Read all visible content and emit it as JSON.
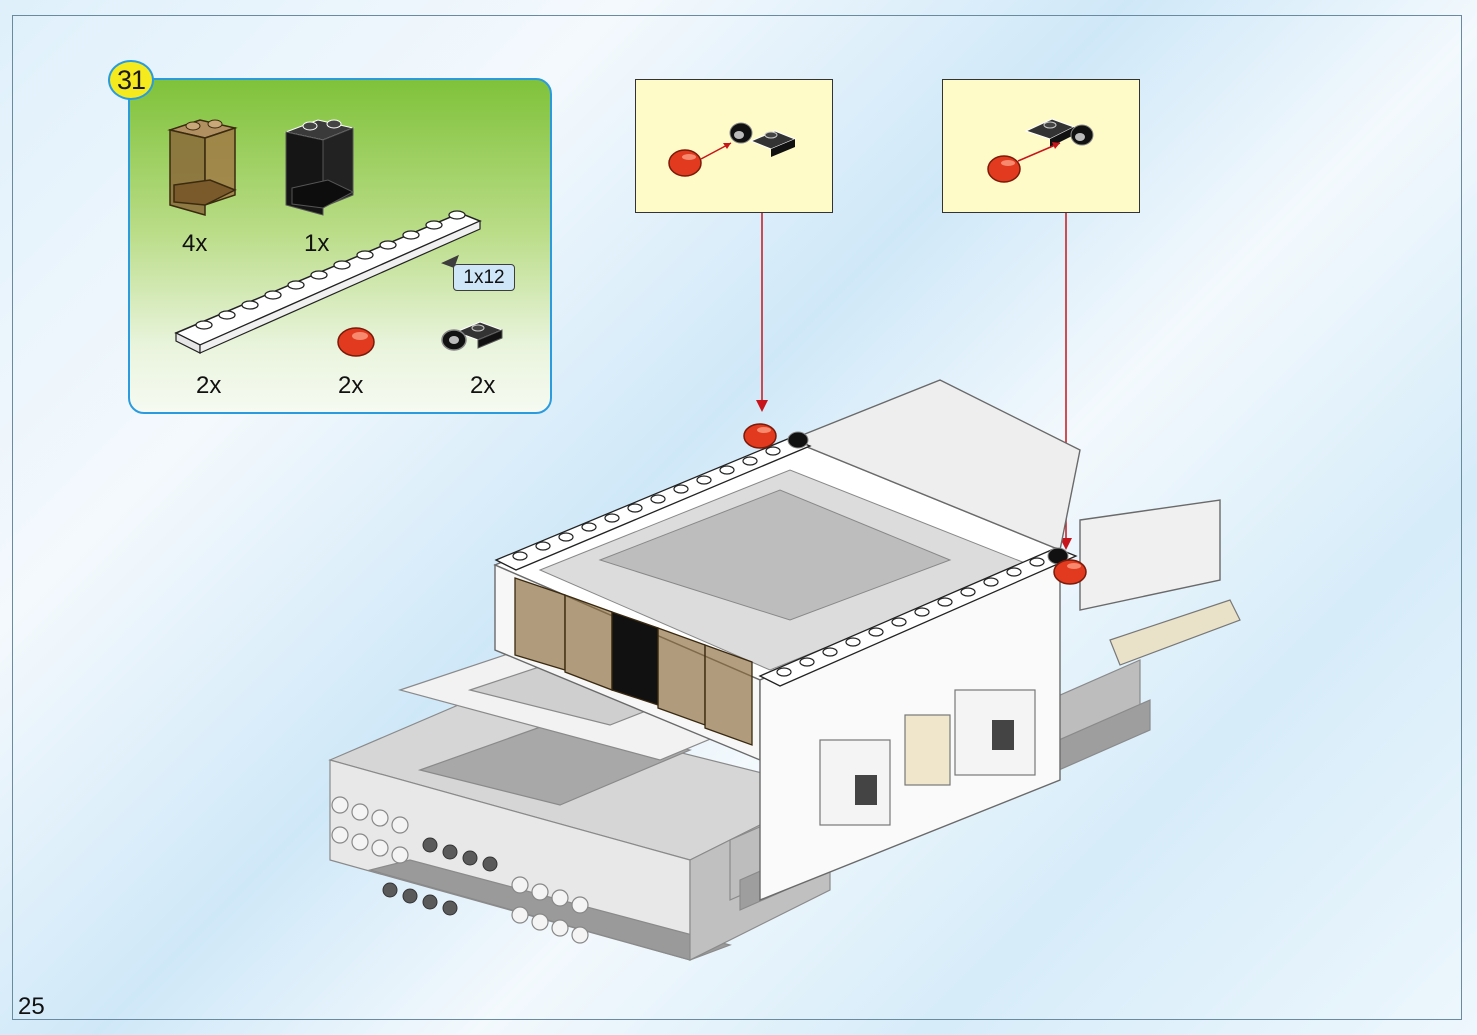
{
  "page": {
    "number": "25"
  },
  "step": {
    "number": "31",
    "parts": [
      {
        "name": "trans-brown 1x2x3 panel",
        "qty": "4x",
        "color": "#8a6a3a"
      },
      {
        "name": "black 1x2x3 panel",
        "qty": "1x",
        "color": "#151515"
      },
      {
        "name": "white 1x12 plate",
        "qty": "2x",
        "color": "#ffffff",
        "label": "1x12"
      },
      {
        "name": "trans-red round 1x1",
        "qty": "2x",
        "color": "#e23a1e"
      },
      {
        "name": "black 1x2 plate with clip",
        "qty": "2x",
        "color": "#151515"
      }
    ]
  },
  "callouts": [
    {
      "name": "left-light-detail"
    },
    {
      "name": "right-light-detail"
    }
  ],
  "colors": {
    "arrow": "#c8151b",
    "panel_border": "#2b9be0",
    "badge": "#f5ea1e",
    "callout_bg": "#fefbc9"
  }
}
